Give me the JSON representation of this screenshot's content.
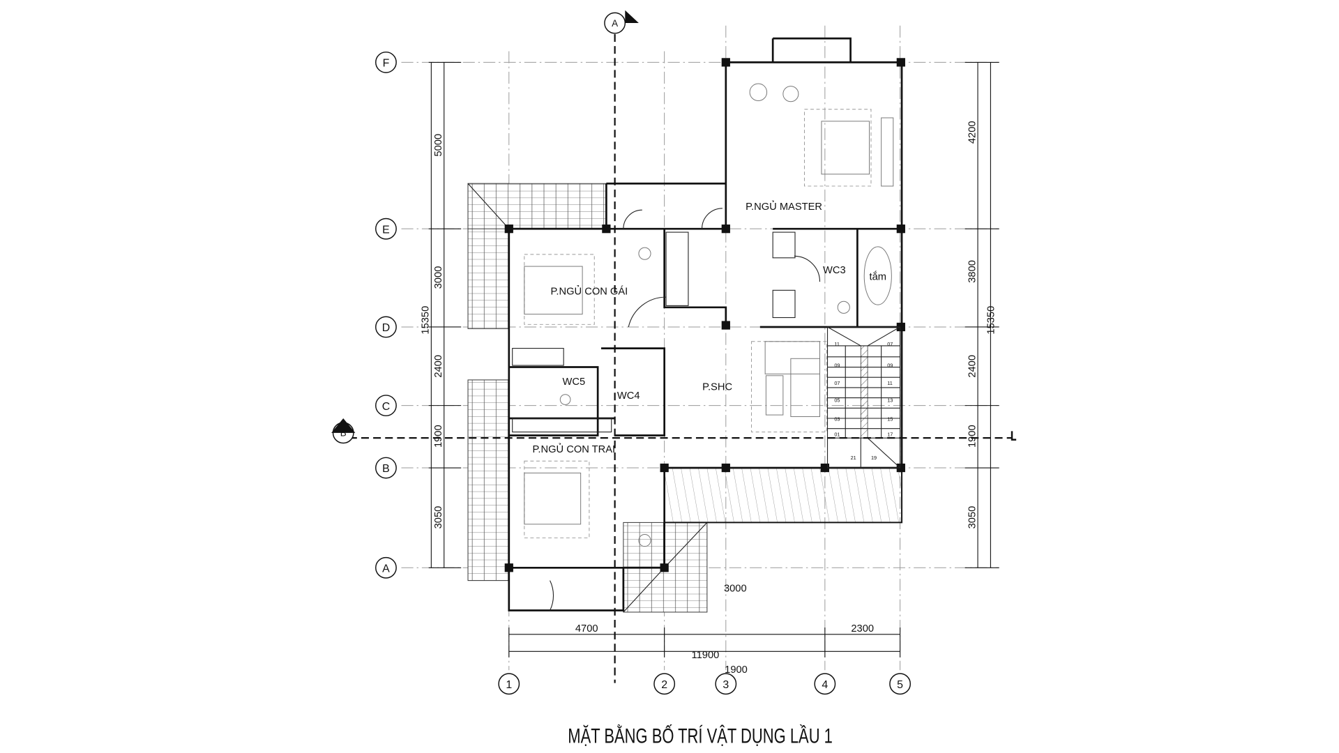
{
  "title": "MẶT BẰNG BỐ TRÍ VẬT DỤNG LẦU 1",
  "section_marks": {
    "a": "A",
    "b": "B"
  },
  "grid_rows": [
    "F",
    "E",
    "D",
    "C",
    "B",
    "A"
  ],
  "grid_cols": [
    "1",
    "2",
    "3",
    "4",
    "5"
  ],
  "dims_left": [
    "5000",
    "3000",
    "2400",
    "1900",
    "3050"
  ],
  "dims_left_total": "15350",
  "dims_right": [
    "4200",
    "3800",
    "2400",
    "1900",
    "3050"
  ],
  "dims_right_total": "15350",
  "dims_bottom": {
    "a": "4700",
    "b": "2300",
    "total": "11900",
    "c": "1900",
    "d": "3000"
  },
  "rooms": {
    "master": "P.NGỦ MASTER",
    "daughter": "P.NGỦ CON GÁI",
    "wc3": "WC3",
    "bath": "tắm",
    "wc5": "WC5",
    "wc4": "WC4",
    "living": "P.SHC",
    "son": "P.NGỦ CON TRAI"
  },
  "stairs": {
    "left": [
      "11",
      "09",
      "07",
      "05",
      "03",
      "01"
    ],
    "right": [
      "07",
      "09",
      "11",
      "13",
      "15",
      "17"
    ],
    "landing": [
      "21",
      "19"
    ]
  }
}
